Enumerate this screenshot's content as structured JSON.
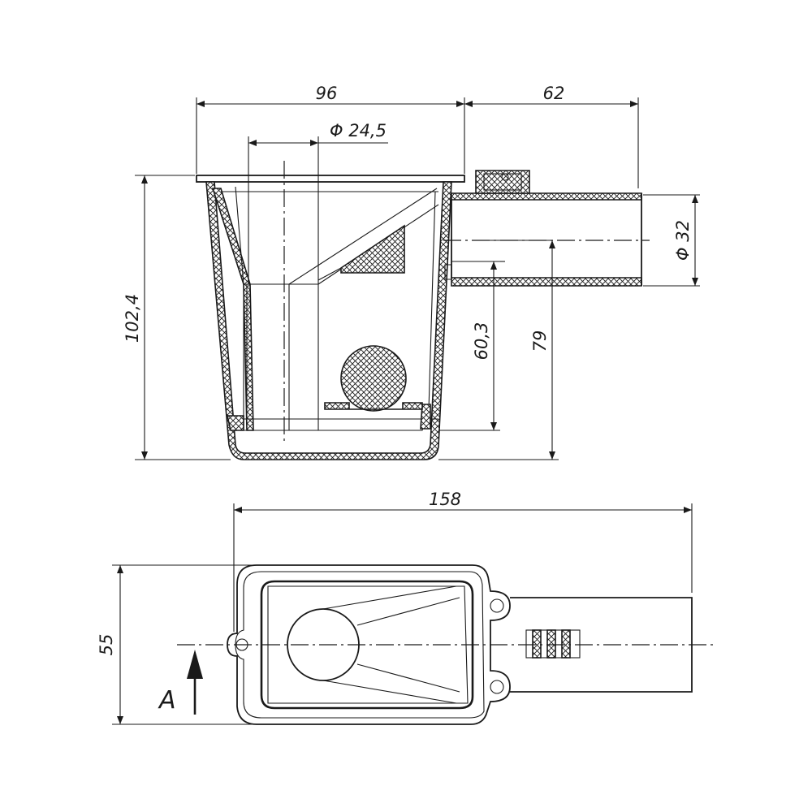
{
  "dimensions": {
    "top_width": "96",
    "outlet_length": "62",
    "inner_diameter": "Φ 24,5",
    "overall_height": "102,4",
    "outlet_diameter": "Φ 32",
    "outlet_center_height": "79",
    "seal_height": "60,3",
    "total_length": "158",
    "total_width": "55"
  },
  "section_label": "A"
}
